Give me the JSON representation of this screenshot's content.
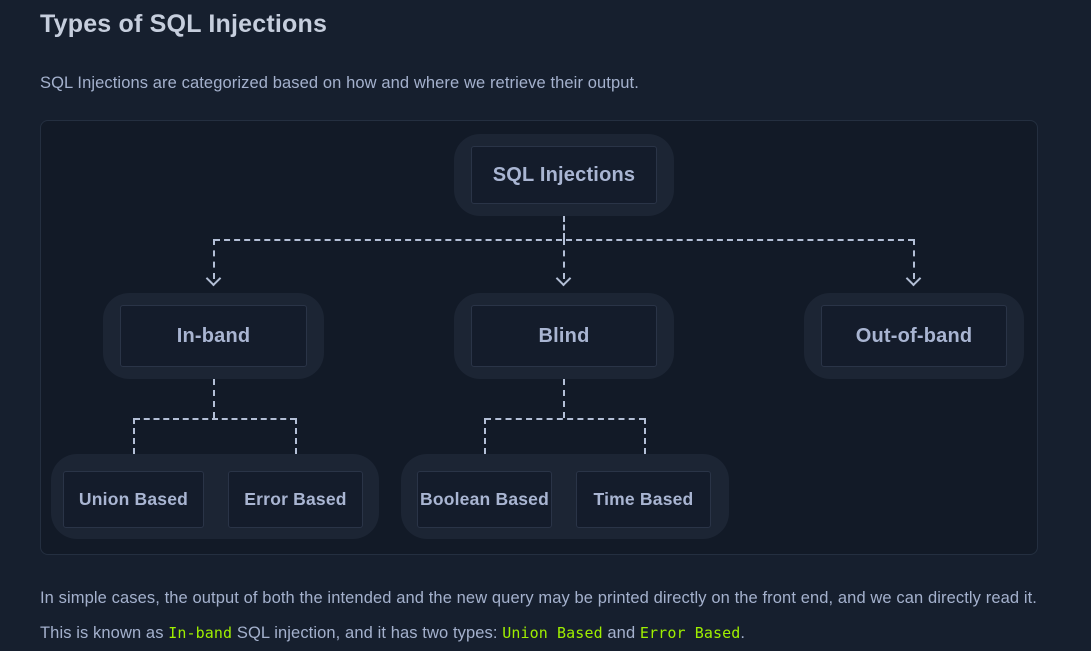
{
  "page": {
    "title": "Types of SQL Injections",
    "intro": "SQL Injections are categorized based on how and where we retrieve their output."
  },
  "colors": {
    "page_background": "#161f2e",
    "diagram_background": "#121a27",
    "node_fill": "#141c2b",
    "node_halo": "#1c2534",
    "connector": "#b3bfd6",
    "heading_text": "#c6cedd",
    "body_text": "#a4b1cd",
    "code_green": "#9fef00"
  },
  "diagram": {
    "type": "tree",
    "root": {
      "label": "SQL Injections"
    },
    "level2": [
      {
        "label": "In-band"
      },
      {
        "label": "Blind"
      },
      {
        "label": "Out-of-band"
      }
    ],
    "level3_groups": [
      {
        "parent": "In-band",
        "children": [
          {
            "label": "Union Based"
          },
          {
            "label": "Error Based"
          }
        ]
      },
      {
        "parent": "Blind",
        "children": [
          {
            "label": "Boolean Based"
          },
          {
            "label": "Time Based"
          }
        ]
      }
    ]
  },
  "body_paragraph": {
    "segments": [
      {
        "t": "text",
        "v": "In simple cases, the output of both the intended and the new query may be printed directly on the front end, and we can directly read it. This is known as "
      },
      {
        "t": "code",
        "v": "In-band"
      },
      {
        "t": "text",
        "v": " SQL injection, and it has two types: "
      },
      {
        "t": "code",
        "v": "Union Based"
      },
      {
        "t": "text",
        "v": " and "
      },
      {
        "t": "code",
        "v": "Error Based"
      },
      {
        "t": "text",
        "v": "."
      }
    ]
  }
}
